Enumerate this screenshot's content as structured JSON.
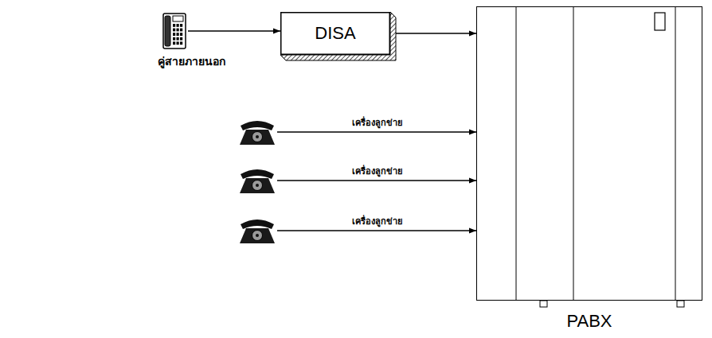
{
  "diagram": {
    "nodes": [
      {
        "text": [
          "คู่สายภายนอก"
        ]
      },
      {
        "text": [
          "DISA"
        ]
      },
      {
        "text": []
      },
      {
        "text": []
      },
      {
        "text": []
      },
      {
        "text": [
          "PABX"
        ]
      }
    ],
    "edges": [
      {
        "from": 0,
        "to": 1,
        "arrow": "to"
      },
      {
        "from": 1,
        "to": 5,
        "arrow": "to"
      },
      {
        "from": 2,
        "to": 5,
        "label": "เครื่องลูกข่าย",
        "arrow": "to"
      },
      {
        "from": 3,
        "to": 5,
        "label": "เครื่องลูกข่าย",
        "arrow": "to"
      },
      {
        "from": 4,
        "to": 5,
        "label": "เครื่องลูกข่าย",
        "arrow": "to"
      }
    ]
  }
}
